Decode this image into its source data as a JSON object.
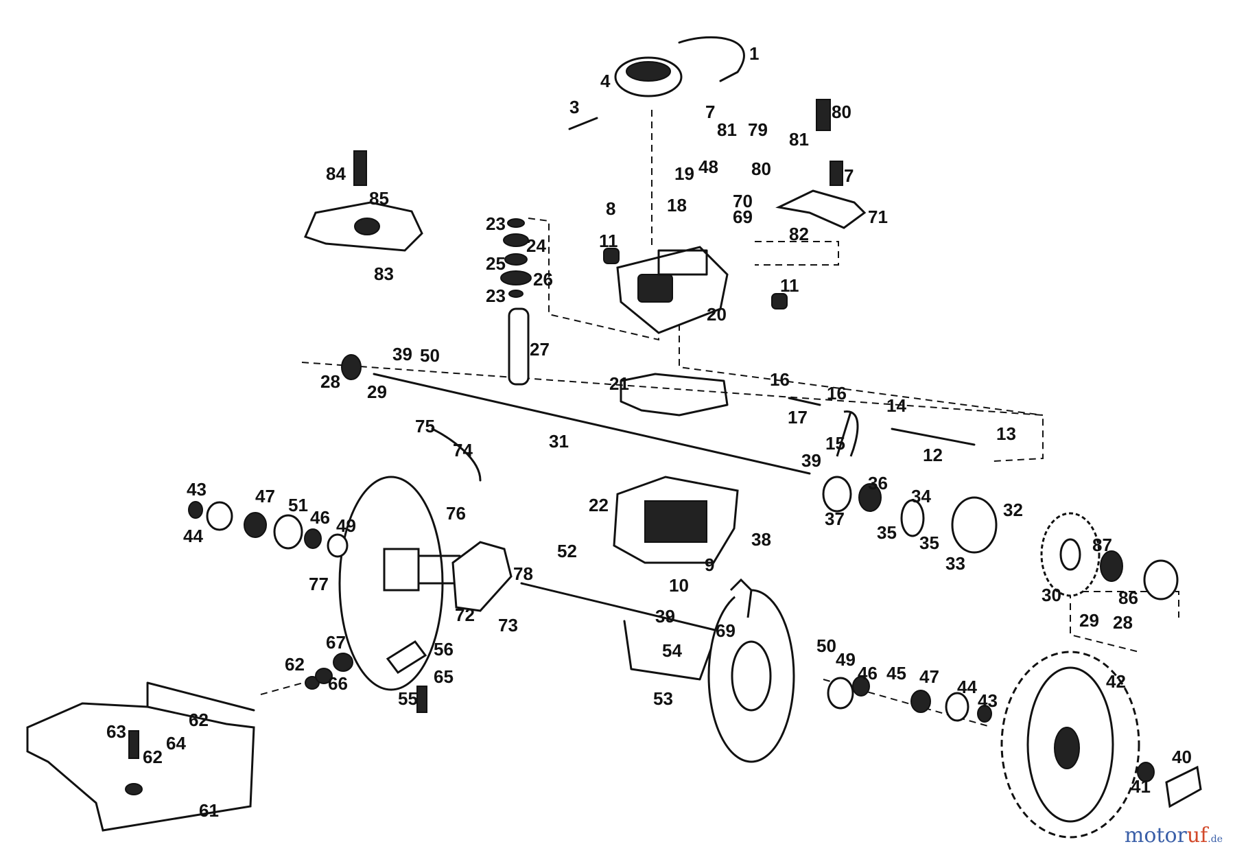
{
  "diagram": {
    "type": "exploded-parts-drawing",
    "callouts": [
      "1",
      "3",
      "4",
      "7",
      "7",
      "8",
      "9",
      "10",
      "11",
      "11",
      "12",
      "13",
      "14",
      "15",
      "16",
      "16",
      "17",
      "18",
      "19",
      "20",
      "21",
      "22",
      "23",
      "23",
      "24",
      "25",
      "26",
      "27",
      "28",
      "28",
      "29",
      "29",
      "30",
      "31",
      "32",
      "33",
      "34",
      "35",
      "35",
      "36",
      "37",
      "38",
      "39",
      "39",
      "39",
      "40",
      "41",
      "42",
      "43",
      "43",
      "44",
      "44",
      "45",
      "46",
      "46",
      "47",
      "47",
      "48",
      "49",
      "49",
      "50",
      "50",
      "51",
      "52",
      "53",
      "54",
      "55",
      "56",
      "61",
      "62",
      "62",
      "62",
      "63",
      "64",
      "65",
      "66",
      "67",
      "69",
      "69",
      "70",
      "71",
      "72",
      "73",
      "74",
      "75",
      "76",
      "77",
      "78",
      "79",
      "80",
      "80",
      "81",
      "81",
      "82",
      "83",
      "84",
      "85",
      "86",
      "87"
    ]
  },
  "watermark": {
    "part1": "motor",
    "part2": "uf",
    "part3": ".de"
  }
}
